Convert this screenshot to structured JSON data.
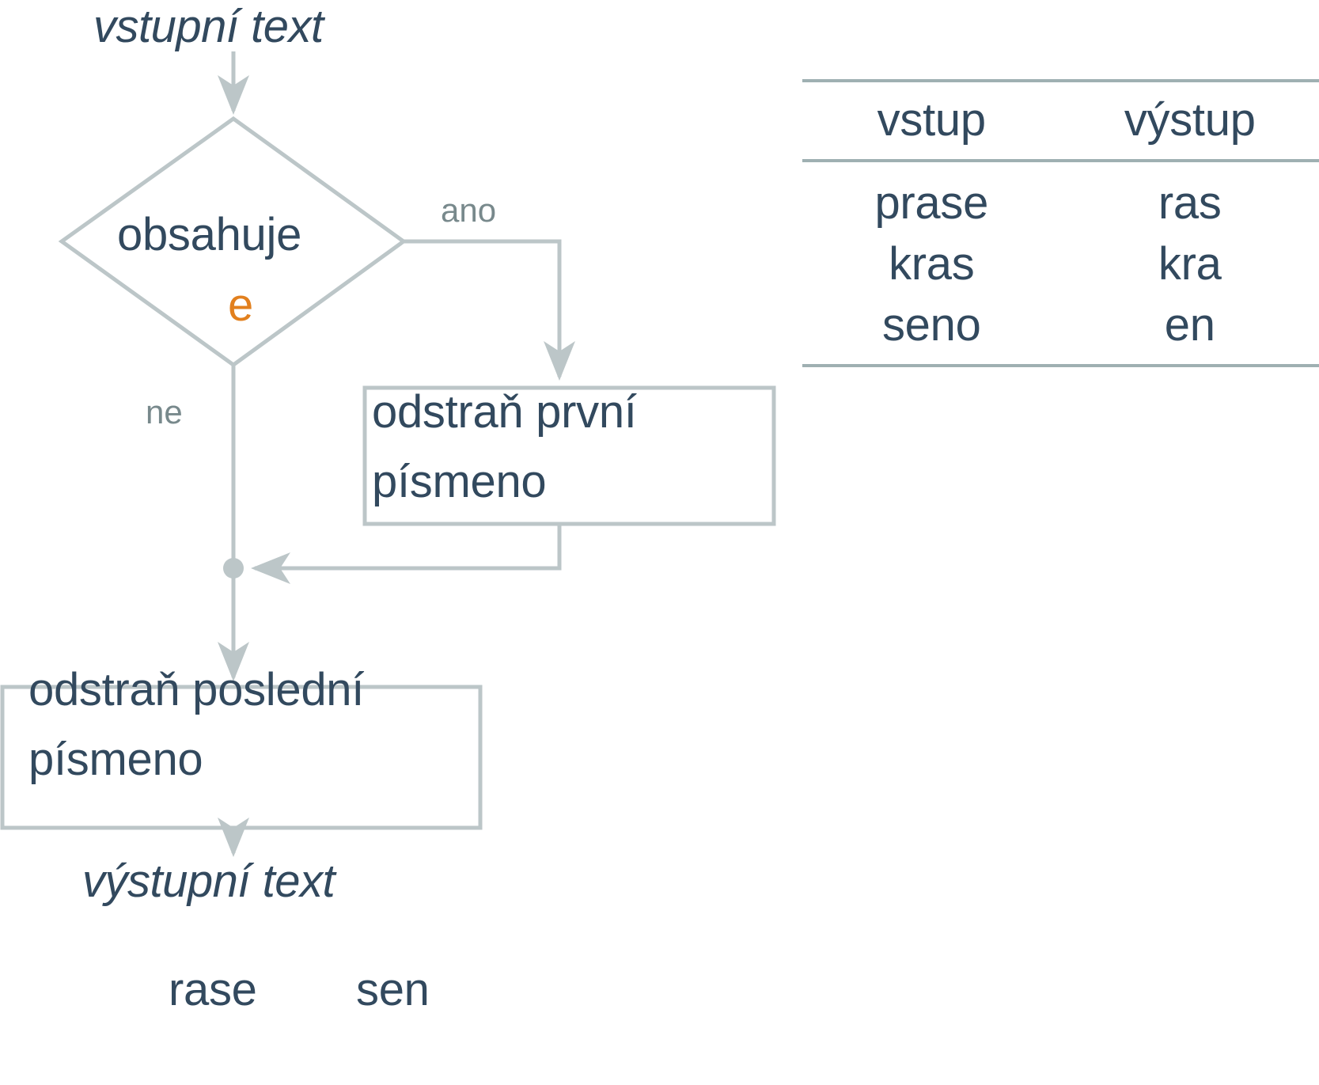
{
  "diagram": {
    "title_input": "vstupní text",
    "title_output": "výstupní text",
    "decision": {
      "text": "obsahuje",
      "accent_char": "e"
    },
    "branches": {
      "yes": "ano",
      "no": "ne"
    },
    "process_yes": {
      "line1": "odstraň první",
      "line2": "písmeno"
    },
    "process_final": {
      "line1": "odstraň poslední",
      "line2": "písmeno"
    },
    "results": {
      "first": "rase",
      "second": "sen"
    },
    "colors": {
      "text": "#32495e",
      "accent": "#e2801e",
      "line": "#bcc6c8",
      "label": "#78898c",
      "rule": "#9fb0b2"
    }
  },
  "chart_data": {
    "type": "table",
    "title": "",
    "columns": [
      "vstup",
      "výstup"
    ],
    "rows": [
      [
        "prase",
        "ras"
      ],
      [
        "kras",
        "kra"
      ],
      [
        "seno",
        "en"
      ]
    ]
  }
}
